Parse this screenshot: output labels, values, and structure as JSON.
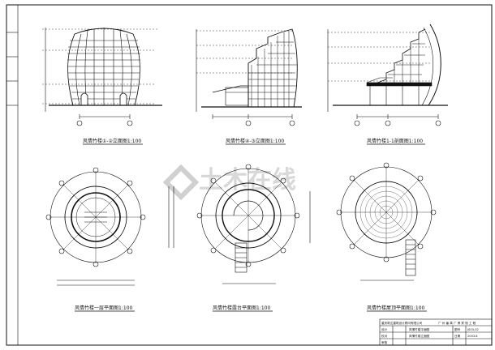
{
  "drawing": {
    "views": [
      {
        "title": "风情竹楼①-②立面图1:100"
      },
      {
        "title": "风情竹楼④-③立面图1:100"
      },
      {
        "title": "风情竹楼1-1剖面图1:100"
      },
      {
        "title": "风情竹楼一层平面图1:100"
      },
      {
        "title": "风情竹楼露台平面图1:100"
      },
      {
        "title": "风情竹楼屋顶平面图1:100"
      }
    ],
    "watermark": "土木在线",
    "title_block": {
      "company": "重庆筑达建筑设计顾问有限公司",
      "project": "广 州 番 禺 广 博 宾 馆 工 程",
      "drawing_name_1": "风情竹楼平面图",
      "drawing_name_2": "风情竹楼立面图",
      "label_drawn": "设计",
      "label_checked": "校对",
      "label_approved": "审核",
      "label_sheet": "图号",
      "label_date": "日期",
      "sheet_no": "JS03-02",
      "date": "2003.8"
    },
    "colors": {
      "line": "#111111",
      "bg": "#ffffff",
      "watermark": "#cfcfcf"
    }
  }
}
